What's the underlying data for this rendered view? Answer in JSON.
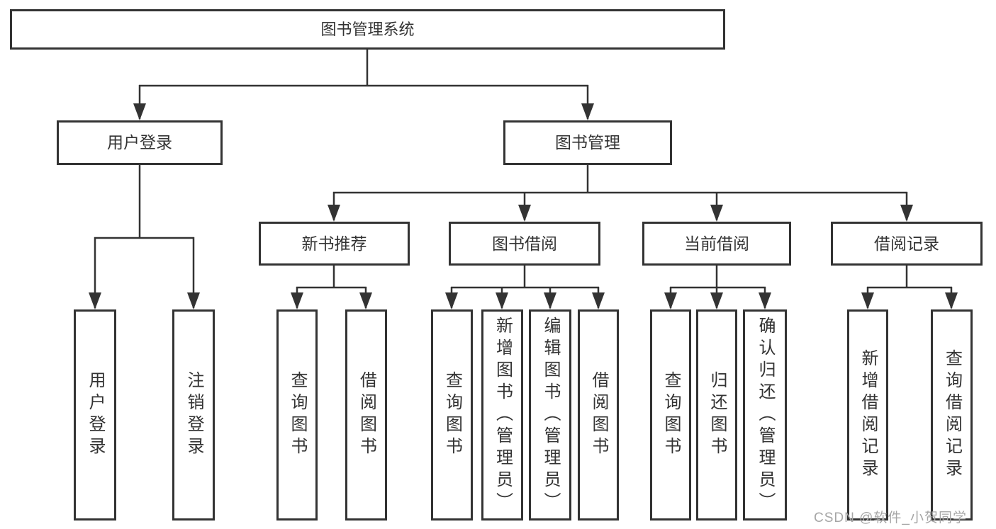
{
  "diagram_title": "图书管理系统",
  "tree": {
    "label": "图书管理系统",
    "children": [
      {
        "label": "用户登录",
        "children": [
          {
            "label": "用户登录"
          },
          {
            "label": "注销登录"
          }
        ]
      },
      {
        "label": "图书管理",
        "children": [
          {
            "label": "新书推荐",
            "children": [
              {
                "label": "查询图书"
              },
              {
                "label": "借阅图书"
              }
            ]
          },
          {
            "label": "图书借阅",
            "children": [
              {
                "label": "查询图书"
              },
              {
                "label": "新增图书（管理员）"
              },
              {
                "label": "编辑图书（管理员）"
              },
              {
                "label": "借阅图书"
              }
            ]
          },
          {
            "label": "当前借阅",
            "children": [
              {
                "label": "查询图书"
              },
              {
                "label": "归还图书"
              },
              {
                "label": "确认归还（管理员）"
              }
            ]
          },
          {
            "label": "借阅记录",
            "children": [
              {
                "label": "新增借阅记录"
              },
              {
                "label": "查询借阅记录"
              }
            ]
          }
        ]
      }
    ]
  },
  "watermark": {
    "text": "CSDN @软件_小贺同学"
  },
  "colors": {
    "line": "#333333",
    "text": "#333333",
    "background": "#ffffff",
    "watermark": "#a6a6a6"
  }
}
